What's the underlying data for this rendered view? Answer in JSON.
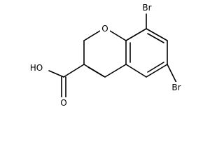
{
  "structure": {
    "atoms": {
      "ring_oxygen": "O",
      "acid_hydroxyl": "HO",
      "acid_carbonyl_oxygen": "O",
      "bromine_top": "Br",
      "bromine_lower": "Br"
    },
    "colors": {
      "bond": "#000000",
      "label": "#000000",
      "background": "#ffffff"
    }
  }
}
